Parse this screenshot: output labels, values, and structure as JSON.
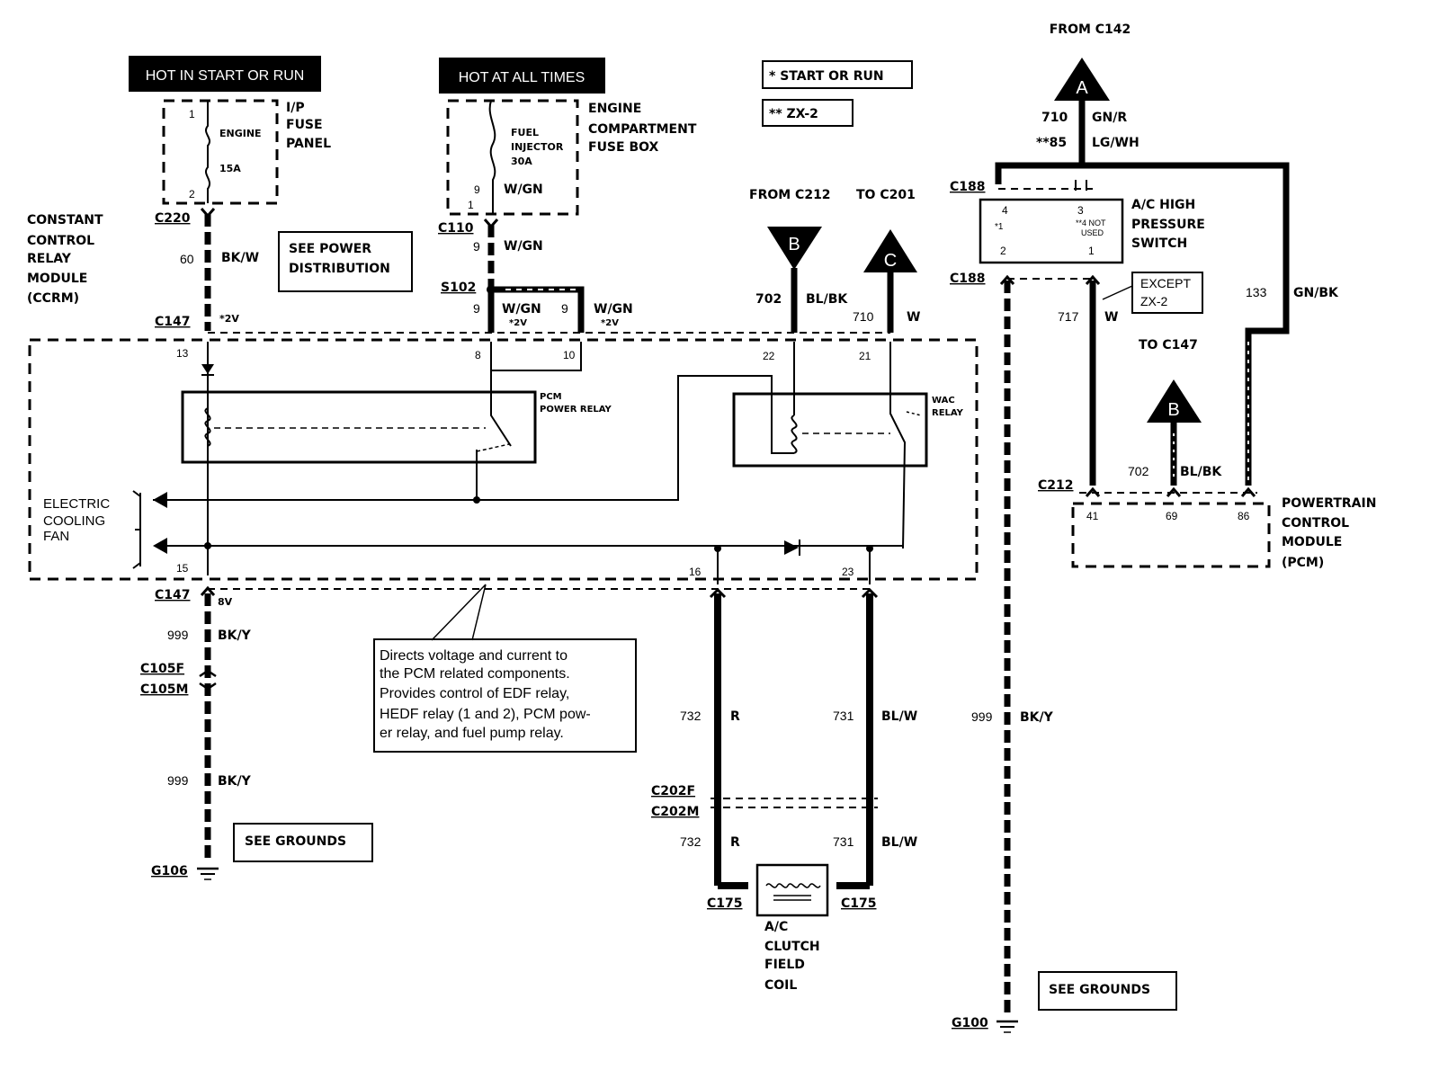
{
  "headers": {
    "hot_start_run": "HOT IN START OR RUN",
    "hot_all_times": "HOT AT ALL TIMES",
    "from_c142": "FROM C142"
  },
  "legend": {
    "start_or_run": "* START OR RUN",
    "zx2": "** ZX-2"
  },
  "components": {
    "ip_fuse_panel": [
      "I/P",
      "FUSE",
      "PANEL"
    ],
    "engine_fuse": [
      "ENGINE",
      "15A"
    ],
    "engine_comp_fuse_box": [
      "ENGINE",
      "COMPARTMENT",
      "FUSE BOX"
    ],
    "fuel_injector_fuse": [
      "FUEL",
      "INJECTOR",
      "30A"
    ],
    "ccrm": [
      "CONSTANT",
      "CONTROL",
      "RELAY",
      "MODULE",
      "(CCRM)"
    ],
    "see_power_distribution": [
      "SEE POWER",
      "DISTRIBUTION"
    ],
    "pcm_power_relay": [
      "PCM",
      "POWER RELAY"
    ],
    "wac_relay": [
      "WAC",
      "RELAY"
    ],
    "electric_cooling_fan": [
      "ELECTRIC",
      "COOLING",
      "FAN"
    ],
    "ac_high_pressure_switch": [
      "A/C HIGH",
      "PRESSURE",
      "SWITCH"
    ],
    "except_zx2": [
      "EXCEPT",
      "ZX-2"
    ],
    "pcm": [
      "POWERTRAIN",
      "CONTROL",
      "MODULE",
      "(PCM)"
    ],
    "ac_clutch": [
      "A/C",
      "CLUTCH",
      "FIELD",
      "COIL"
    ],
    "see_grounds": "SEE GROUNDS",
    "note": [
      "Directs voltage and current to",
      "the PCM related components.",
      "Provides control of EDF relay,",
      "HEDF relay (1 and 2), PCM pow-",
      "er relay, and fuel pump relay."
    ]
  },
  "connectors": {
    "c220": "C220",
    "c110": "C110",
    "s102": "S102",
    "c147a": "C147",
    "c147b": "C147",
    "c105f": "C105F",
    "c105m": "C105M",
    "g106": "G106",
    "c202f": "C202F",
    "c202m": "C202M",
    "c175a": "C175",
    "c175b": "C175",
    "c188a": "C188",
    "c188b": "C188",
    "c212": "C212",
    "g100": "G100",
    "from_c212": "FROM C212",
    "to_c201": "TO C201",
    "to_c147": "TO C147"
  },
  "offpage": {
    "a": "A",
    "b1": "B",
    "c": "C",
    "b2": "B"
  },
  "wires": {
    "w60": {
      "num": "60",
      "color": "BK/W"
    },
    "w9a": {
      "num": "9",
      "color": "W/GN"
    },
    "w9b": {
      "num": "9",
      "color": "W/GN"
    },
    "w9c": {
      "num": "9",
      "color": "W/GN",
      "note": "*2V"
    },
    "w9d": {
      "num": "9",
      "color": "W/GN",
      "note": "*2V"
    },
    "w702a": {
      "num": "702",
      "color": "BL/BK"
    },
    "w710a": {
      "num": "710",
      "color": "W"
    },
    "w710b": {
      "num": "710",
      "color": "GN/R"
    },
    "w85": {
      "num": "**85",
      "color": "LG/WH"
    },
    "w999a": {
      "num": "999",
      "color": "BK/Y"
    },
    "w999b": {
      "num": "999",
      "color": "BK/Y"
    },
    "w999c": {
      "num": "999",
      "color": "BK/Y"
    },
    "w732a": {
      "num": "732",
      "color": "R"
    },
    "w732b": {
      "num": "732",
      "color": "R"
    },
    "w731a": {
      "num": "731",
      "color": "BL/W"
    },
    "w731b": {
      "num": "731",
      "color": "BL/W"
    },
    "w717": {
      "num": "717",
      "color": "W"
    },
    "w133": {
      "num": "133",
      "color": "GN/BK"
    },
    "w702b": {
      "num": "702",
      "color": "BL/BK"
    }
  },
  "notes": {
    "v2": "*2V",
    "v8": "8V"
  },
  "pins": {
    "f1": "1",
    "f2": "2",
    "f9": "9",
    "f1b": "1",
    "p13": "13",
    "p8": "8",
    "p10": "10",
    "p22": "22",
    "p21": "21",
    "p15": "15",
    "p16": "16",
    "p23": "23",
    "s4": "4",
    "s3": "3",
    "s1": "*1",
    "s2": "2",
    "s1b": "1",
    "s4_not_used": [
      "**4 NOT",
      "USED"
    ],
    "p41": "41",
    "p69": "69",
    "p86": "86"
  }
}
